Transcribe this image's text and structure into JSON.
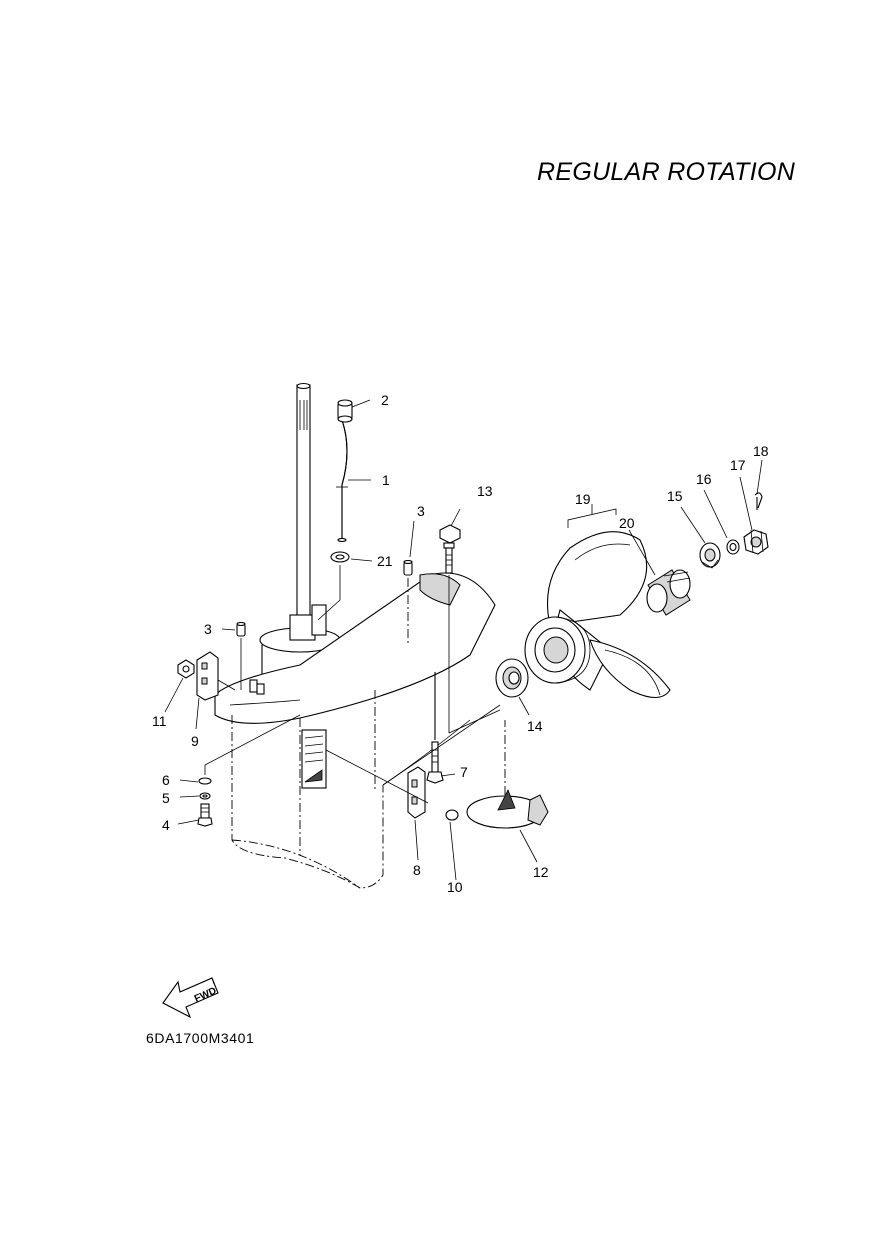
{
  "title": "REGULAR ROTATION",
  "drawing_code": "6DA1700M3401",
  "fwd_label": "FWD",
  "callouts": [
    {
      "id": "c1",
      "number": "1"
    },
    {
      "id": "c2",
      "number": "2"
    },
    {
      "id": "c3a",
      "number": "3"
    },
    {
      "id": "c3b",
      "number": "3"
    },
    {
      "id": "c4",
      "number": "4"
    },
    {
      "id": "c5",
      "number": "5"
    },
    {
      "id": "c6",
      "number": "6"
    },
    {
      "id": "c7",
      "number": "7"
    },
    {
      "id": "c8",
      "number": "8"
    },
    {
      "id": "c9",
      "number": "9"
    },
    {
      "id": "c10",
      "number": "10"
    },
    {
      "id": "c11",
      "number": "11"
    },
    {
      "id": "c12",
      "number": "12"
    },
    {
      "id": "c13",
      "number": "13"
    },
    {
      "id": "c14",
      "number": "14"
    },
    {
      "id": "c15",
      "number": "15"
    },
    {
      "id": "c16",
      "number": "16"
    },
    {
      "id": "c17",
      "number": "17"
    },
    {
      "id": "c18",
      "number": "18"
    },
    {
      "id": "c19",
      "number": "19"
    },
    {
      "id": "c20",
      "number": "20"
    },
    {
      "id": "c21",
      "number": "21"
    }
  ]
}
